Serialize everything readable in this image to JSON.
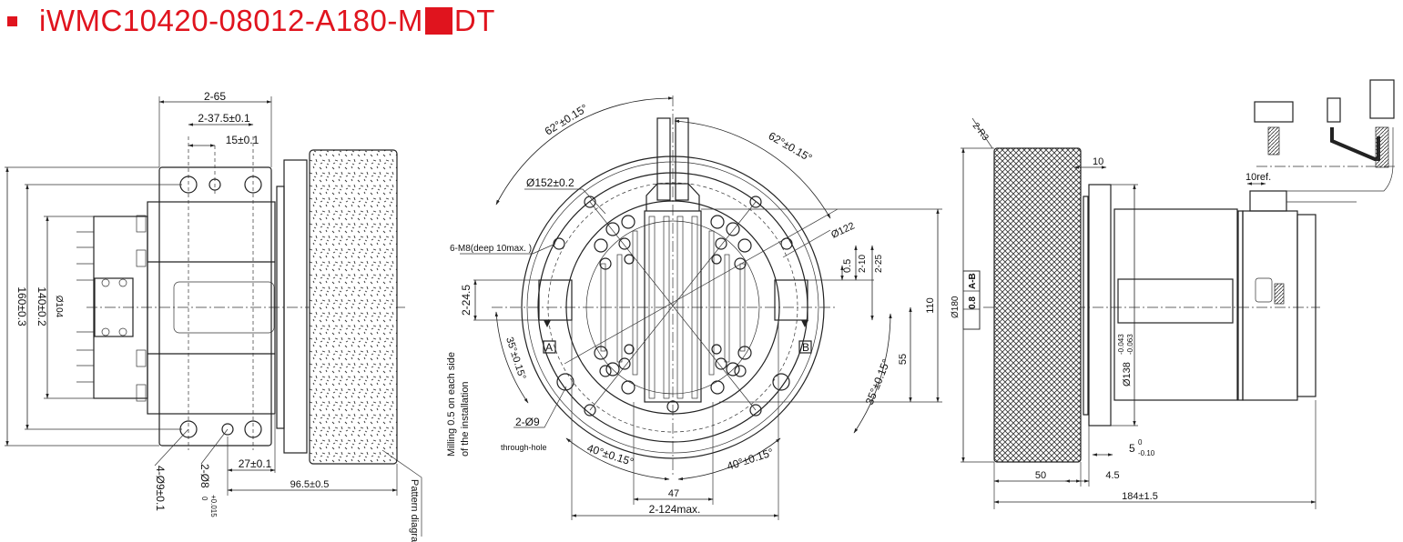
{
  "title": {
    "prefix": "iWMC10420-08012-A180-M",
    "suffix": "DT",
    "accent_color": "#e0141e"
  },
  "side_view": {
    "dims": [
      "2-65",
      "2-37.5±0.1",
      "15±0.1",
      "160±0.3",
      "140±0.2",
      "Ø104",
      "4-Ø9±0.1",
      "2-Ø8",
      "+0.015",
      "0",
      "27±0.1",
      "96.5±0.5",
      "Pattern diagram"
    ]
  },
  "front_view": {
    "dims": [
      "62°±0.15°",
      "62°±0.15°",
      "Ø152±0.2",
      "Ø122",
      "6-M8(deep 10max. )",
      "0.5",
      "2-10",
      "2-25",
      "2-24.5",
      "110",
      "55",
      "35°±0.15°",
      "35°±0.15°",
      "2-Ø9",
      "through-hole",
      "40°±0.15°",
      "40°±0.15°",
      "47",
      "2-124max.",
      "Milling 0.5 on each side",
      "of the installation"
    ],
    "datum_a": "A",
    "datum_b": "B"
  },
  "rear_view": {
    "dims": [
      "2-R3",
      "10",
      "10ref.",
      "Ø180",
      "0.8",
      "A-B",
      "Ø138",
      "-0.043",
      "-0.063",
      "5",
      "0",
      "-0.10",
      "50",
      "4.5",
      "184±1.5"
    ]
  }
}
